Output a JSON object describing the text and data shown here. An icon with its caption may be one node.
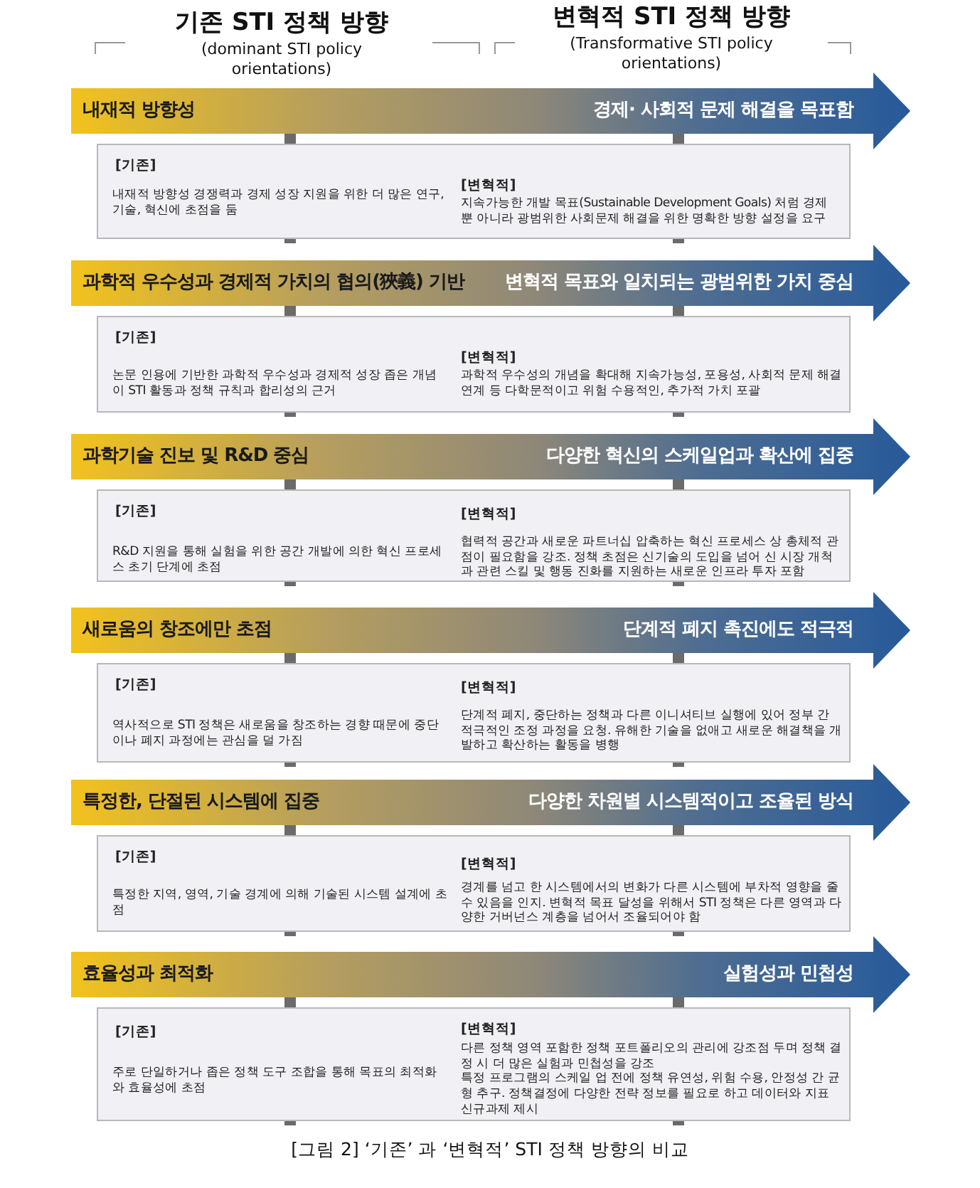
{
  "diagram": {
    "caption": "[그림 2] ‘기존’ 과 ‘변혁적’ STI 정책 방향의 비교",
    "nodes": [
      {
        "text": [
          "내재적 방향성",
          "경제· 사회적 문제 해결을 목표함"
        ]
      },
      {
        "text": [
          "[기존]",
          "내재적 방향성  경쟁력과 경제 성장 지원을 위한 더 많은 연구, 기술, 혁신에 초점을 둠",
          "[변혁적]",
          "지속가능한 개발 목표(Sustainable Development Goals) 처럼 경제 뿐 아니라 광범위한 사회문제 해결을 위한 명확한 방향 설정을 요구"
        ]
      },
      {
        "text": [
          "과학적 우수성과 경제적 가치의 협의(狹義) 기반",
          "변혁적 목표와 일치되는 광범위한 가치 중심"
        ]
      },
      {
        "text": [
          "[기존]",
          "논문 인용에 기반한 과학적 우수성과 경제적 성장 좁은 개념이 STI 활동과 정책 규칙과 합리성의 근거",
          "[변혁적]",
          "과학적 우수성의 개념을 확대해 지속가능성, 포용성, 사회적 문제 해결 연계 등 다학문적이고 위험 수용적인, 추가적 가치 포괄"
        ]
      },
      {
        "text": [
          "과학기술 진보 및 R&D 중심",
          "다양한 혁신의 스케일업과 확산에 집중"
        ]
      },
      {
        "text": [
          "[기존]",
          "R&D 지원을 통해 실험을 위한 공간 개발에 의한 혁신 프로세스 초기 단계에 초점",
          "[변혁적]",
          "협력적 공간과 새로운 파트너십 압축하는 혁신 프로세스 상 총체적 관점이 필요함을 강조. 정책 초점은 신기술의 도입을 넘어 신 시장 개척과 관련 스킬 및 행동 진화를 지원하는 새로운 인프라 투자 포함"
        ]
      },
      {
        "text": [
          "새로움의 창조에만 초점",
          "단계적 폐지 촉진에도 적극적"
        ]
      },
      {
        "text": [
          "[기존]",
          "역사적으로 STI 정책은 새로움을 창조하는 경향 때문에 중단이나 폐지 과정에는 관심을 덜 가짐",
          "[변혁적]",
          "단계적 폐지, 중단하는 정책과 다른 이니셔티브 실행에 있어 정부 간 적극적인 조정 과정을 요청. 유해한 기술을 없애고 새로운 해결책을 개발하고 확산하는 활동을 병행"
        ]
      },
      {
        "text": [
          "특정한, 단절된 시스템에 집중",
          "다양한 차원별 시스템적이고 조율된 방식"
        ]
      },
      {
        "text": [
          "[기존]",
          "특정한 지역, 영역, 기술 경계에 의해 기술된 시스템 설계에 초점",
          "[변혁적]",
          "경계를 넘고 한 시스템에서의 변화가 다른 시스템에 부차적 영향을 줄 수 있음을 인지. 변혁적 목표 달성을 위해서 STI 정책은 다른 영역과 다양한 거버넌스 계층을 넘어서 조율되어야 함"
        ]
      },
      {
        "text": [
          "효율성과 최적화",
          "실험성과 민첩성"
        ]
      },
      {
        "text": [
          "[기존]",
          "주로 단일하거나 좁은 정책 도구 조합을 통해 목표의 최적화와 효율성에 초점",
          "[변혁적]",
          "다른 정책 영역 포함한 정책 포트폴리오의 관리에 강조점 두며 정책 결정 시 더 많은 실험과 민첩성을 강조",
          "특정 프로그램의 스케일 업 전에 정책 유연성, 위험 수용, 안정성 간 균형 추구.  정책결정에 다양한 전략 정보를 필요로 하고 데이터와 지표 신규과제  제시"
        ]
      }
    ],
    "labels": [
      "기존 STI 정책 방향",
      "(dominant STI policy orientations)",
      "변혁적 STI 정책 방향",
      "(Transformative STI policy orientations)"
    ]
  }
}
